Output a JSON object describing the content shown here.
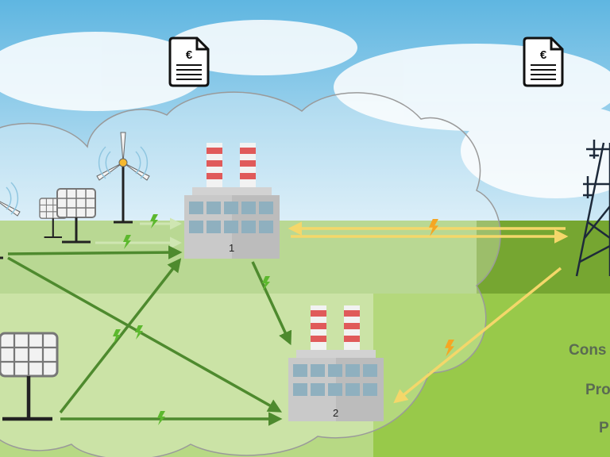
{
  "diagram": {
    "labels": {
      "consumer": "Cons",
      "prosumer": "Pro",
      "producer": "P"
    },
    "factories": [
      {
        "id": "1",
        "label": "1"
      },
      {
        "id": "2",
        "label": "2"
      }
    ],
    "invoice_symbol": "€",
    "colors": {
      "sky_top": "#62b9e3",
      "sky_bottom": "#cfe8f5",
      "field_dark": "#7aaa34",
      "field_mid": "#a9cf72",
      "field_light": "#c6e08e",
      "flow_green": "#4e8a2e",
      "flow_yellow": "#f4d76a",
      "bolt_green": "#5cb82e",
      "bolt_orange": "#f5a623",
      "cloud_fill": "rgba(255,255,255,0.28)",
      "cloud_stroke": "#9a9a9a",
      "factory_body": "#c8c8c8",
      "factory_window": "#7fa4b4",
      "chimney_red": "#e05a5a",
      "pylon": "#1e2a3a"
    }
  }
}
